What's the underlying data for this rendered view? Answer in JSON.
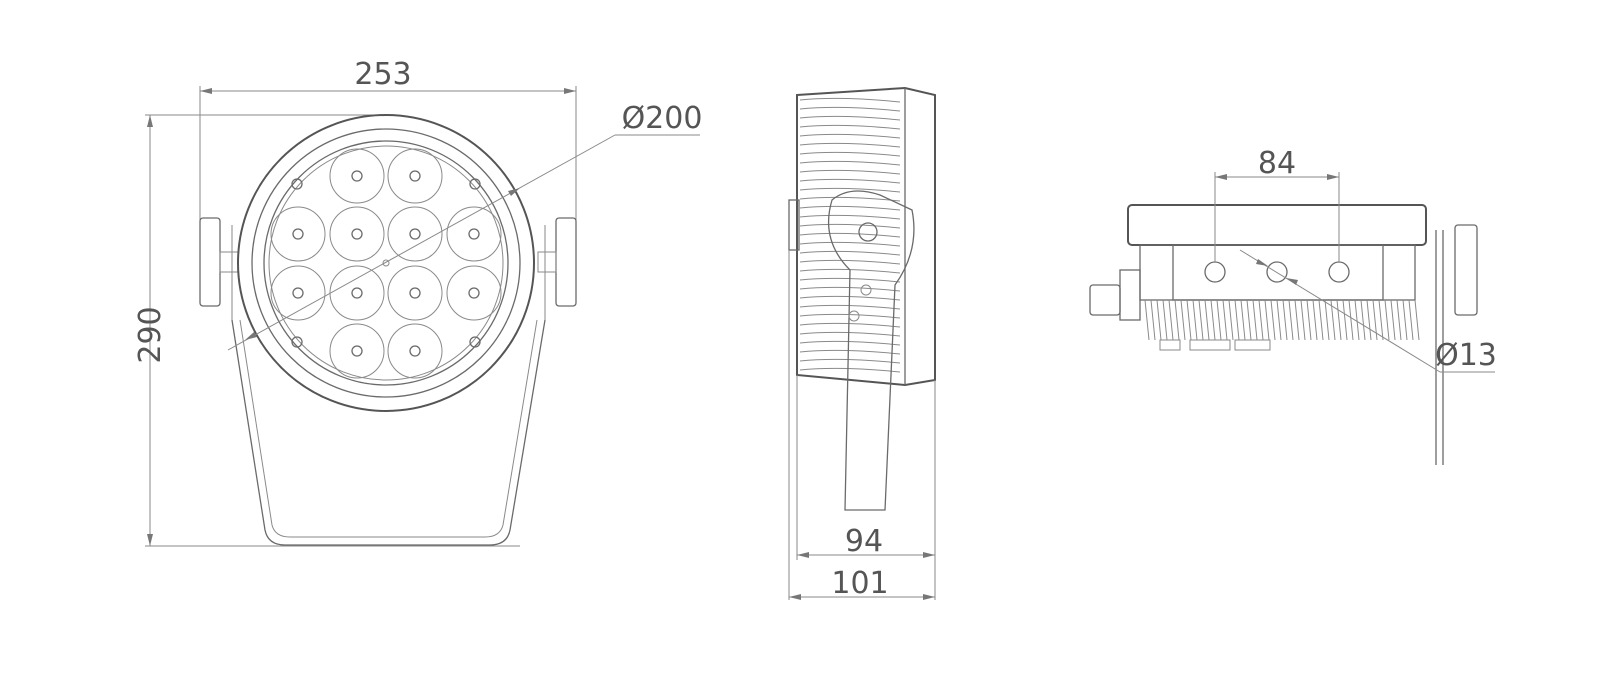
{
  "drawing": {
    "line_color": "#6a6a6a",
    "text_color": "#555555",
    "front_view": {
      "width": "253",
      "lens_diameter": "Ø200",
      "height": "290"
    },
    "side_view": {
      "depth_body": "94",
      "depth_total": "101"
    },
    "rear_view": {
      "hole_spacing": "84",
      "hole_diameter": "Ø13"
    }
  }
}
